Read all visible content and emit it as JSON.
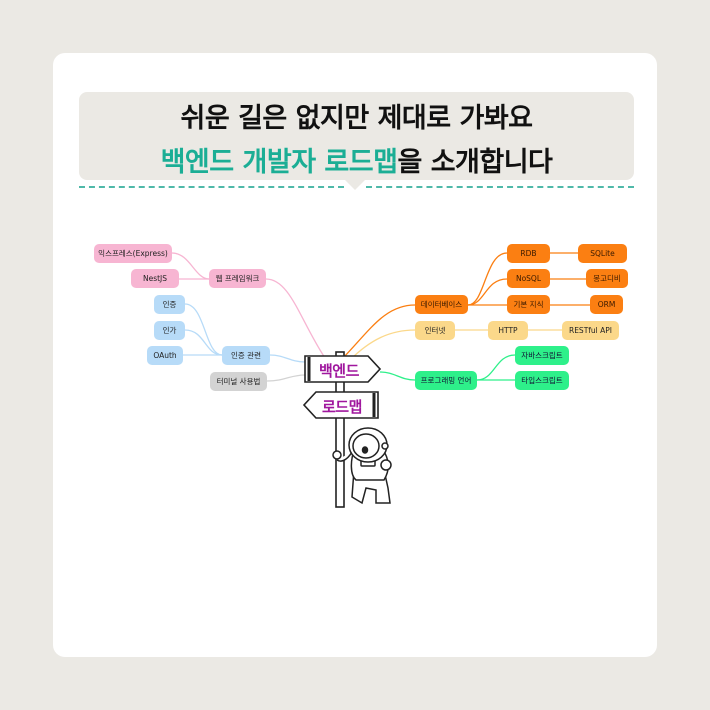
{
  "headline": {
    "line1": "쉬운 길은 없지만 제대로 가봐요",
    "line2_accent": "백엔드 개발자 로드맵",
    "line2_rest": "을 소개합니다"
  },
  "colors": {
    "accent": "#1bae95",
    "pink": "#f7b5d2",
    "blue": "#b7dbf8",
    "gray": "#d3d3d3",
    "orange": "#fb7f12",
    "yellow": "#fbd88a",
    "green": "#2ef08a",
    "sign_text": "#a0179e"
  },
  "center": {
    "sign_top": "백엔드",
    "sign_bottom": "로드맵"
  },
  "left_branches": {
    "web_framework": {
      "label": "웹 프레임워크",
      "children": [
        "익스프레스(Express)",
        "NestJS"
      ]
    },
    "auth": {
      "label": "인증 관련",
      "children": [
        "인증",
        "인가",
        "OAuth"
      ]
    },
    "terminal": {
      "label": "터미널 사용법"
    }
  },
  "right_branches": {
    "database": {
      "label": "데이터베이스",
      "children": [
        {
          "label": "RDB",
          "child": "SQLite"
        },
        {
          "label": "NoSQL",
          "child": "몽고디비"
        },
        {
          "label": "기본 지식",
          "child": "ORM"
        }
      ]
    },
    "internet": {
      "label": "인터넷",
      "children": [
        {
          "label": "HTTP",
          "child": "RESTful API"
        }
      ]
    },
    "programming_language": {
      "label": "프로그래밍 언어",
      "children": [
        "자바스크립트",
        "타입스크립트"
      ]
    }
  }
}
